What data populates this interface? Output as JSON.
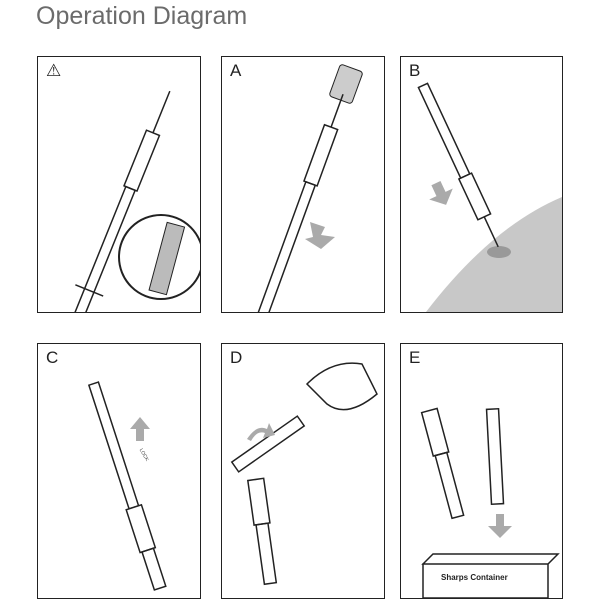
{
  "title": "Operation Diagram",
  "panels": [
    {
      "label": "⚠",
      "step": "warning"
    },
    {
      "label": "A",
      "step": "draw-medication"
    },
    {
      "label": "B",
      "step": "inject"
    },
    {
      "label": "C",
      "step": "lock"
    },
    {
      "label": "D",
      "step": "break-plunger"
    },
    {
      "label": "E",
      "step": "dispose"
    }
  ],
  "annotations": {
    "lock": "LOCK",
    "container": "Sharps Container"
  },
  "colors": {
    "line": "#222222",
    "gray": "#bdbdbd",
    "skin": "#c8c8c8"
  }
}
